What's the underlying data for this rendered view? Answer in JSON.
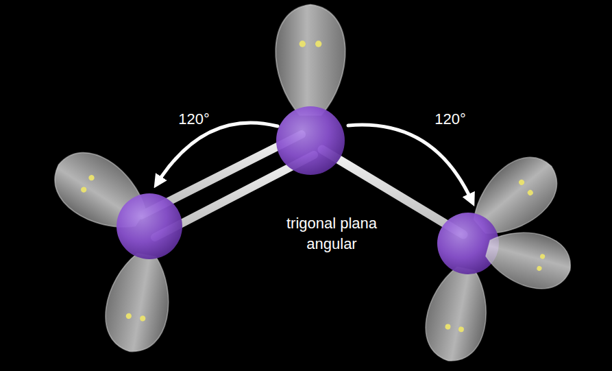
{
  "diagram": {
    "labels": [
      "120°",
      "120°",
      "trigonal plana",
      "angular"
    ]
  }
}
